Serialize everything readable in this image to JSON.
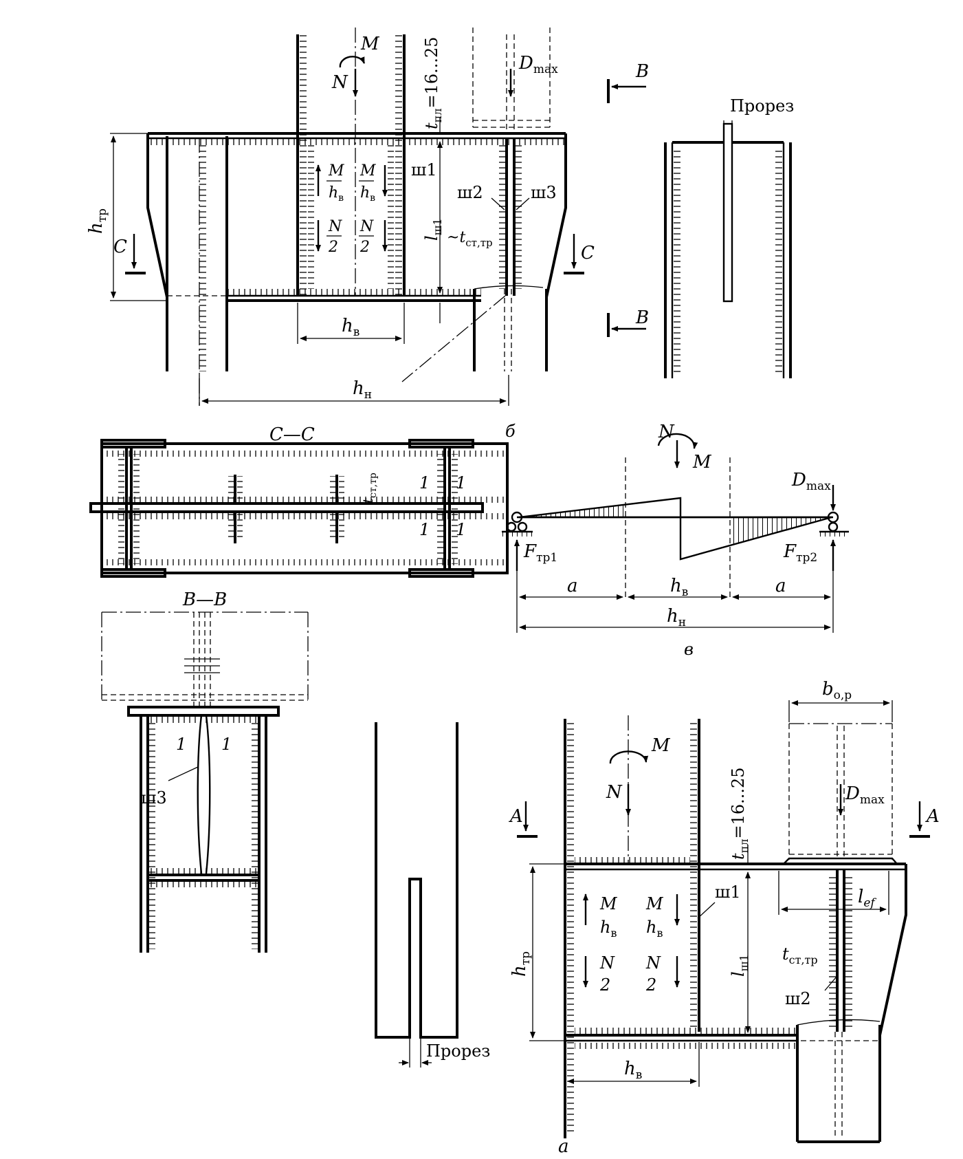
{
  "views": {
    "a": "a",
    "b": "б",
    "v": "в",
    "cc": "C—C",
    "bb": "B—B"
  },
  "section_marks": {
    "A": "A",
    "B": "B",
    "C": "C"
  },
  "labels": {
    "M": "M",
    "N": "N",
    "D": "D",
    "D_sub": "max",
    "F": "F",
    "F1_sub": "тр1",
    "F2_sub": "тр2",
    "slot": "Прорез",
    "t_plate": "t",
    "t_plate_sub": "пл",
    "t_plate_val": "=16...25",
    "weld1": "ш1",
    "weld2": "ш2",
    "weld3": "ш3",
    "l": "l",
    "l_sub": "ш1",
    "t": "t",
    "t_web_sub": "ст,тр",
    "t_web_prefix": "~",
    "h": "h",
    "h_tr_sub": "тр",
    "h_v_sub": "в",
    "h_n_sub": "н",
    "a": "a",
    "b": "b",
    "b_sub": "o,p",
    "l_ef": "l",
    "l_ef_sub": "ef",
    "frac_M": "M",
    "frac_N": "N",
    "frac_2": "2",
    "mark_1": "1"
  },
  "colors": {
    "ink": "#000000",
    "paper": "#ffffff"
  }
}
